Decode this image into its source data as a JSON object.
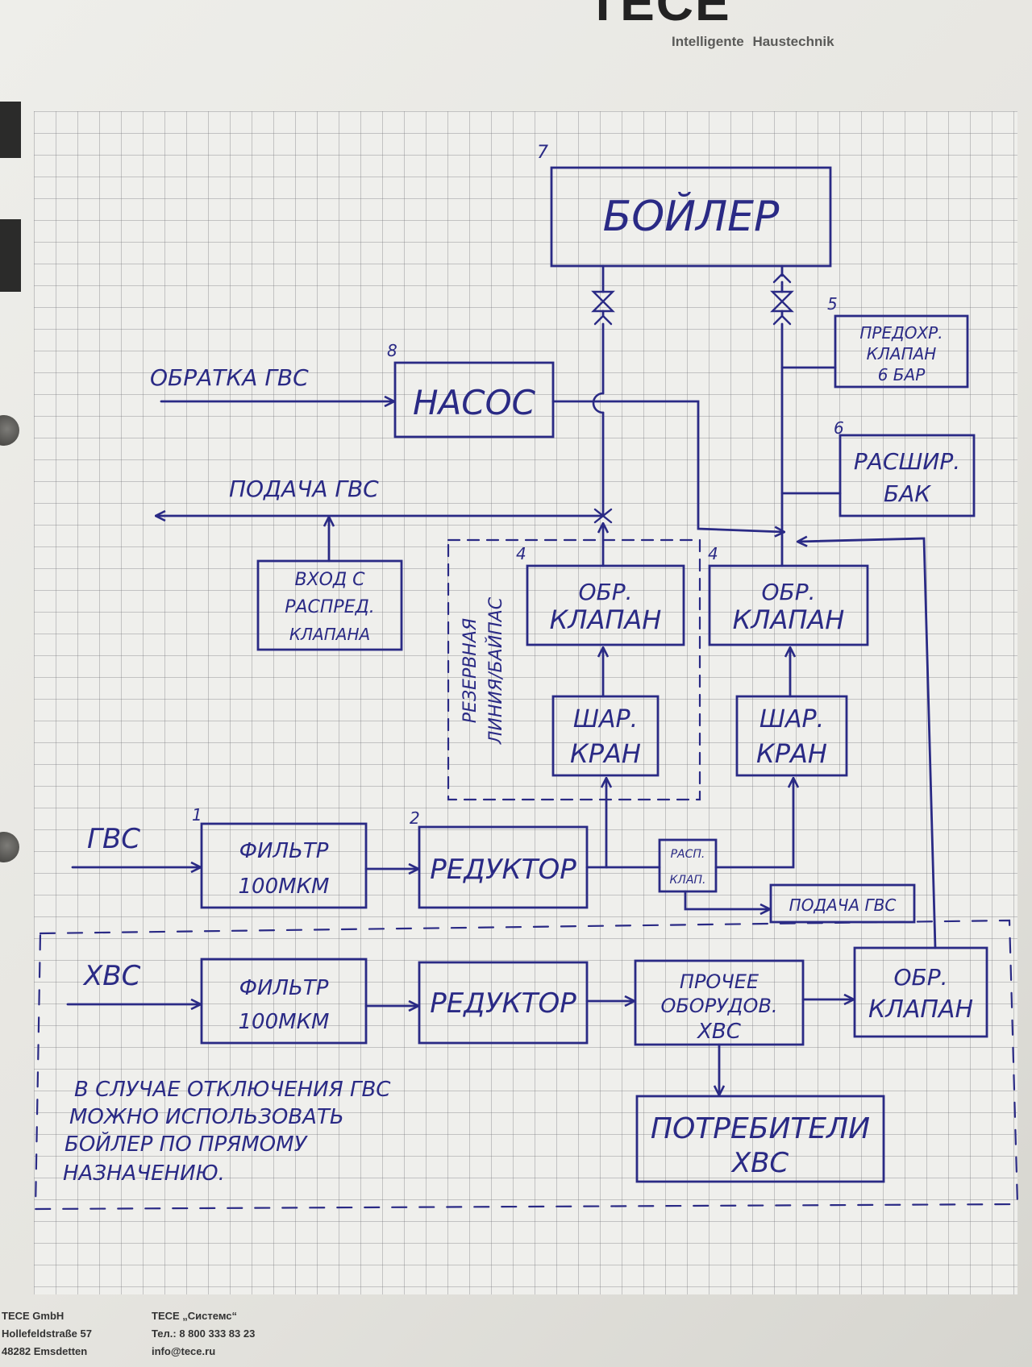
{
  "brand": {
    "logo": "TECE",
    "tagline": "Intelligente Haustechnik"
  },
  "diagram": {
    "boiler": {
      "number": "7",
      "label": "БОЙЛЕР"
    },
    "pump": {
      "number": "8",
      "label": "НАСОС"
    },
    "return_hw_label": "ОБРАТКА ГВС",
    "supply_hw_label": "ПОДАЧА ГВС",
    "safety_valve": {
      "number": "5",
      "lines": [
        "ПРЕДОХР.",
        "КЛАПАН",
        "6 БАР"
      ]
    },
    "expansion_tank": {
      "number": "6",
      "lines": [
        "РАСШИР.",
        "БАК"
      ]
    },
    "dist_valve_input": {
      "lines": [
        "ВХОД С",
        "РАСПРЕД.",
        "КЛАПАНА"
      ]
    },
    "bypass_label": [
      "РЕЗЕРВНАЯ",
      "ЛИНИЯ/БАЙПАС"
    ],
    "check_valve_left": {
      "number": "4",
      "lines": [
        "ОБР.",
        "КЛАПАН"
      ]
    },
    "check_valve_right": {
      "number": "4",
      "lines": [
        "ОБР.",
        "КЛАПАН"
      ]
    },
    "ball_valve_left": {
      "lines": [
        "ШАР.",
        "КРАН"
      ]
    },
    "ball_valve_right": {
      "lines": [
        "ШАР.",
        "КРАН"
      ]
    },
    "hot_water_label": "ГВС",
    "filter_hw": {
      "number": "1",
      "lines": [
        "ФИЛЬТР",
        "100МКМ"
      ]
    },
    "reducer_hw": {
      "number": "2",
      "label": "РЕДУКТОР"
    },
    "dist_valve": {
      "lines": [
        "РАСП.",
        "КЛАП."
      ]
    },
    "supply_hw_small": "ПОДАЧА ГВС",
    "cold_water_label": "ХВС",
    "filter_cw": {
      "lines": [
        "ФИЛЬТР",
        "100МКМ"
      ]
    },
    "reducer_cw": {
      "label": "РЕДУКТОР"
    },
    "other_equipment": {
      "lines": [
        "ПРОЧЕЕ",
        "ОБОРУДОВ.",
        "ХВС"
      ]
    },
    "check_valve_cw": {
      "lines": [
        "ОБР.",
        "КЛАПАН"
      ]
    },
    "consumers": {
      "lines": [
        "ПОТРЕБИТЕЛИ",
        "ХВС"
      ]
    },
    "note": [
      "В СЛУЧАЕ ОТКЛЮЧЕНИЯ ГВС",
      "МОЖНО ИСПОЛЬЗОВАТЬ",
      "БОЙЛЕР ПО ПРЯМОМУ",
      "НАЗНАЧЕНИЮ."
    ]
  },
  "footer": {
    "company_de": [
      "TECE GmbH",
      "Hollefeldstraße 57",
      "48282 Emsdetten"
    ],
    "company_ru": [
      "TECE „Системс“",
      "Тел.: 8 800 333 83 23",
      "info@tece.ru"
    ]
  },
  "colors": {
    "ink": "#2a2a85",
    "grid": "#8a8a90",
    "paper": "#efefec"
  }
}
